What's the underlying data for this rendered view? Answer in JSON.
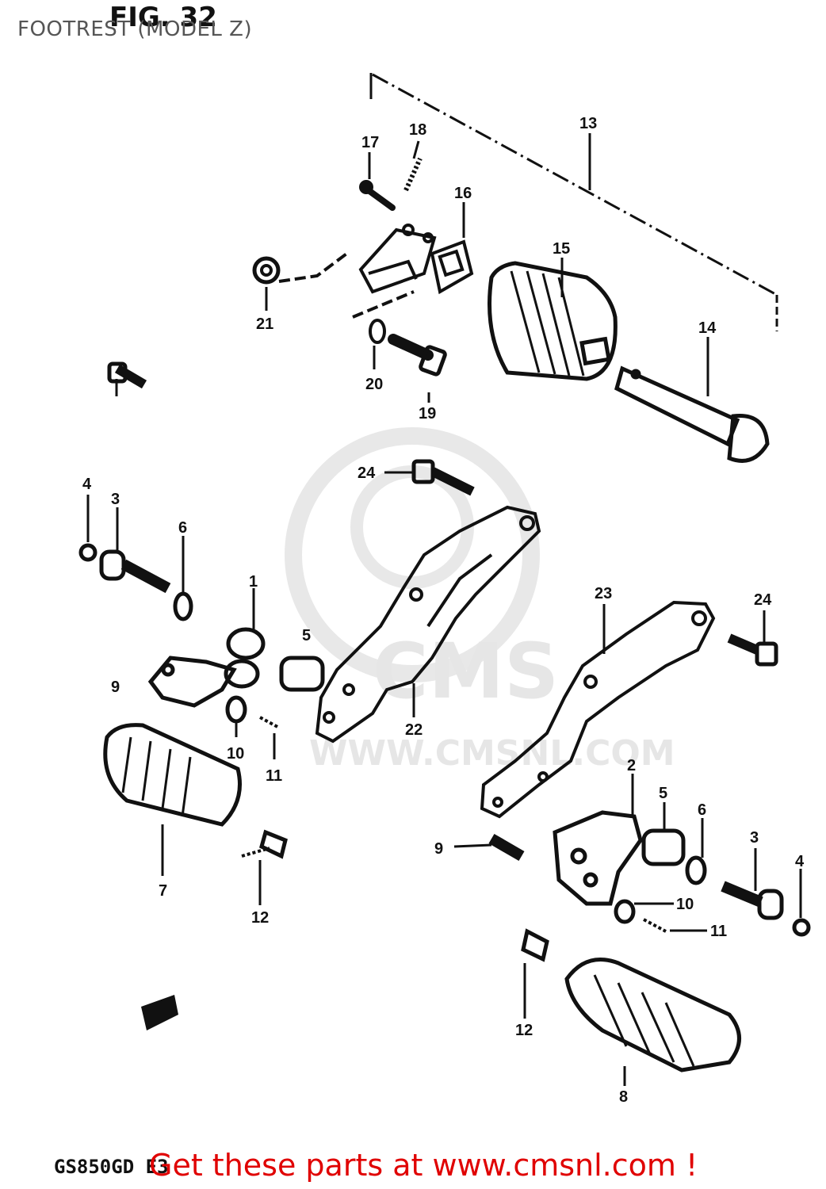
{
  "title": "FOOTREST (MODEL Z)",
  "fig_label": "FIG. 32",
  "model_code": "GS850GD E3",
  "promo_text": "Get these parts at www.cmsnl.com !",
  "watermark": {
    "brand": "CMS",
    "url": "WWW.CMSNL.COM"
  },
  "callouts": [
    "13",
    "17",
    "18",
    "16",
    "15",
    "14",
    "21",
    "20",
    "19",
    "24",
    "4",
    "3",
    "6",
    "1",
    "5",
    "9",
    "10",
    "11",
    "7",
    "12",
    "22",
    "23",
    "24",
    "2",
    "5",
    "6",
    "3",
    "4",
    "9",
    "10",
    "11",
    "12",
    "8"
  ]
}
